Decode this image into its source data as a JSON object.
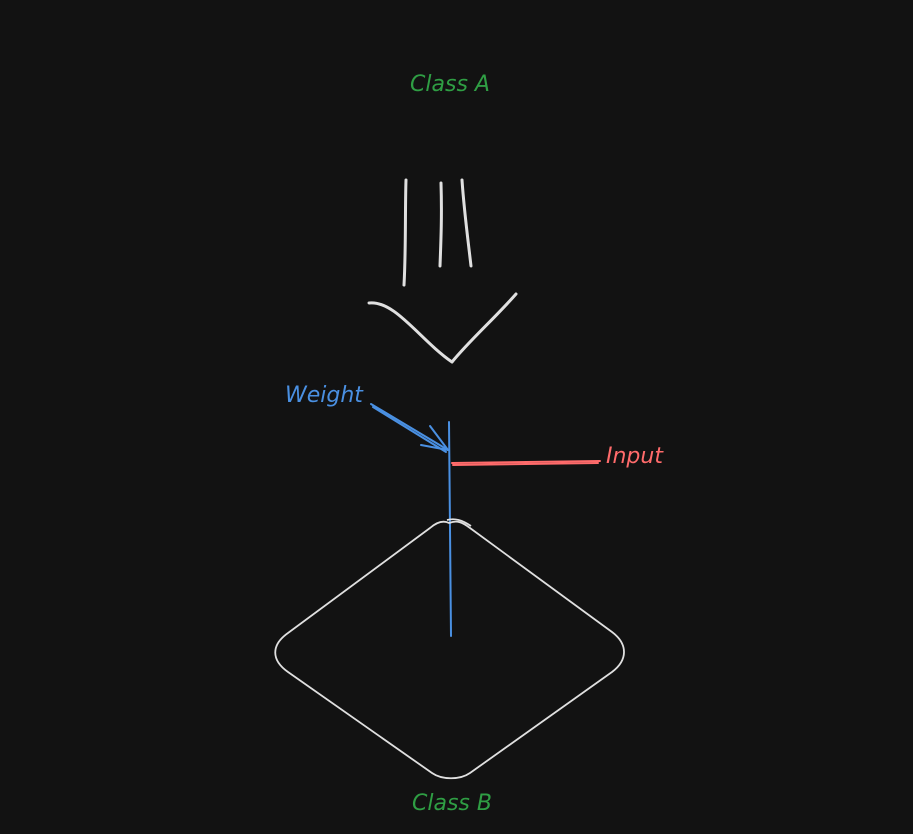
{
  "diagram": {
    "labels": {
      "class_a": "Class A",
      "class_b": "Class B",
      "weight": "Weight",
      "input": "Input"
    },
    "colors": {
      "background": "#121212",
      "class_label": "#2f9e44",
      "weight": "#4a90e2",
      "input": "#ff6b6b",
      "stroke": "#e0e0e0"
    }
  }
}
